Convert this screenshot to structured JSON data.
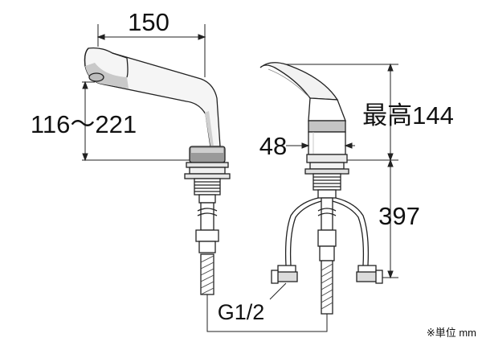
{
  "diagram": {
    "dimensions": {
      "width_150": "150",
      "height_range": "116～221",
      "diameter_48": "48",
      "max_height": "最高144",
      "hose_397": "397",
      "thread": "G1/2"
    },
    "unit_note": "※単位 mm"
  }
}
